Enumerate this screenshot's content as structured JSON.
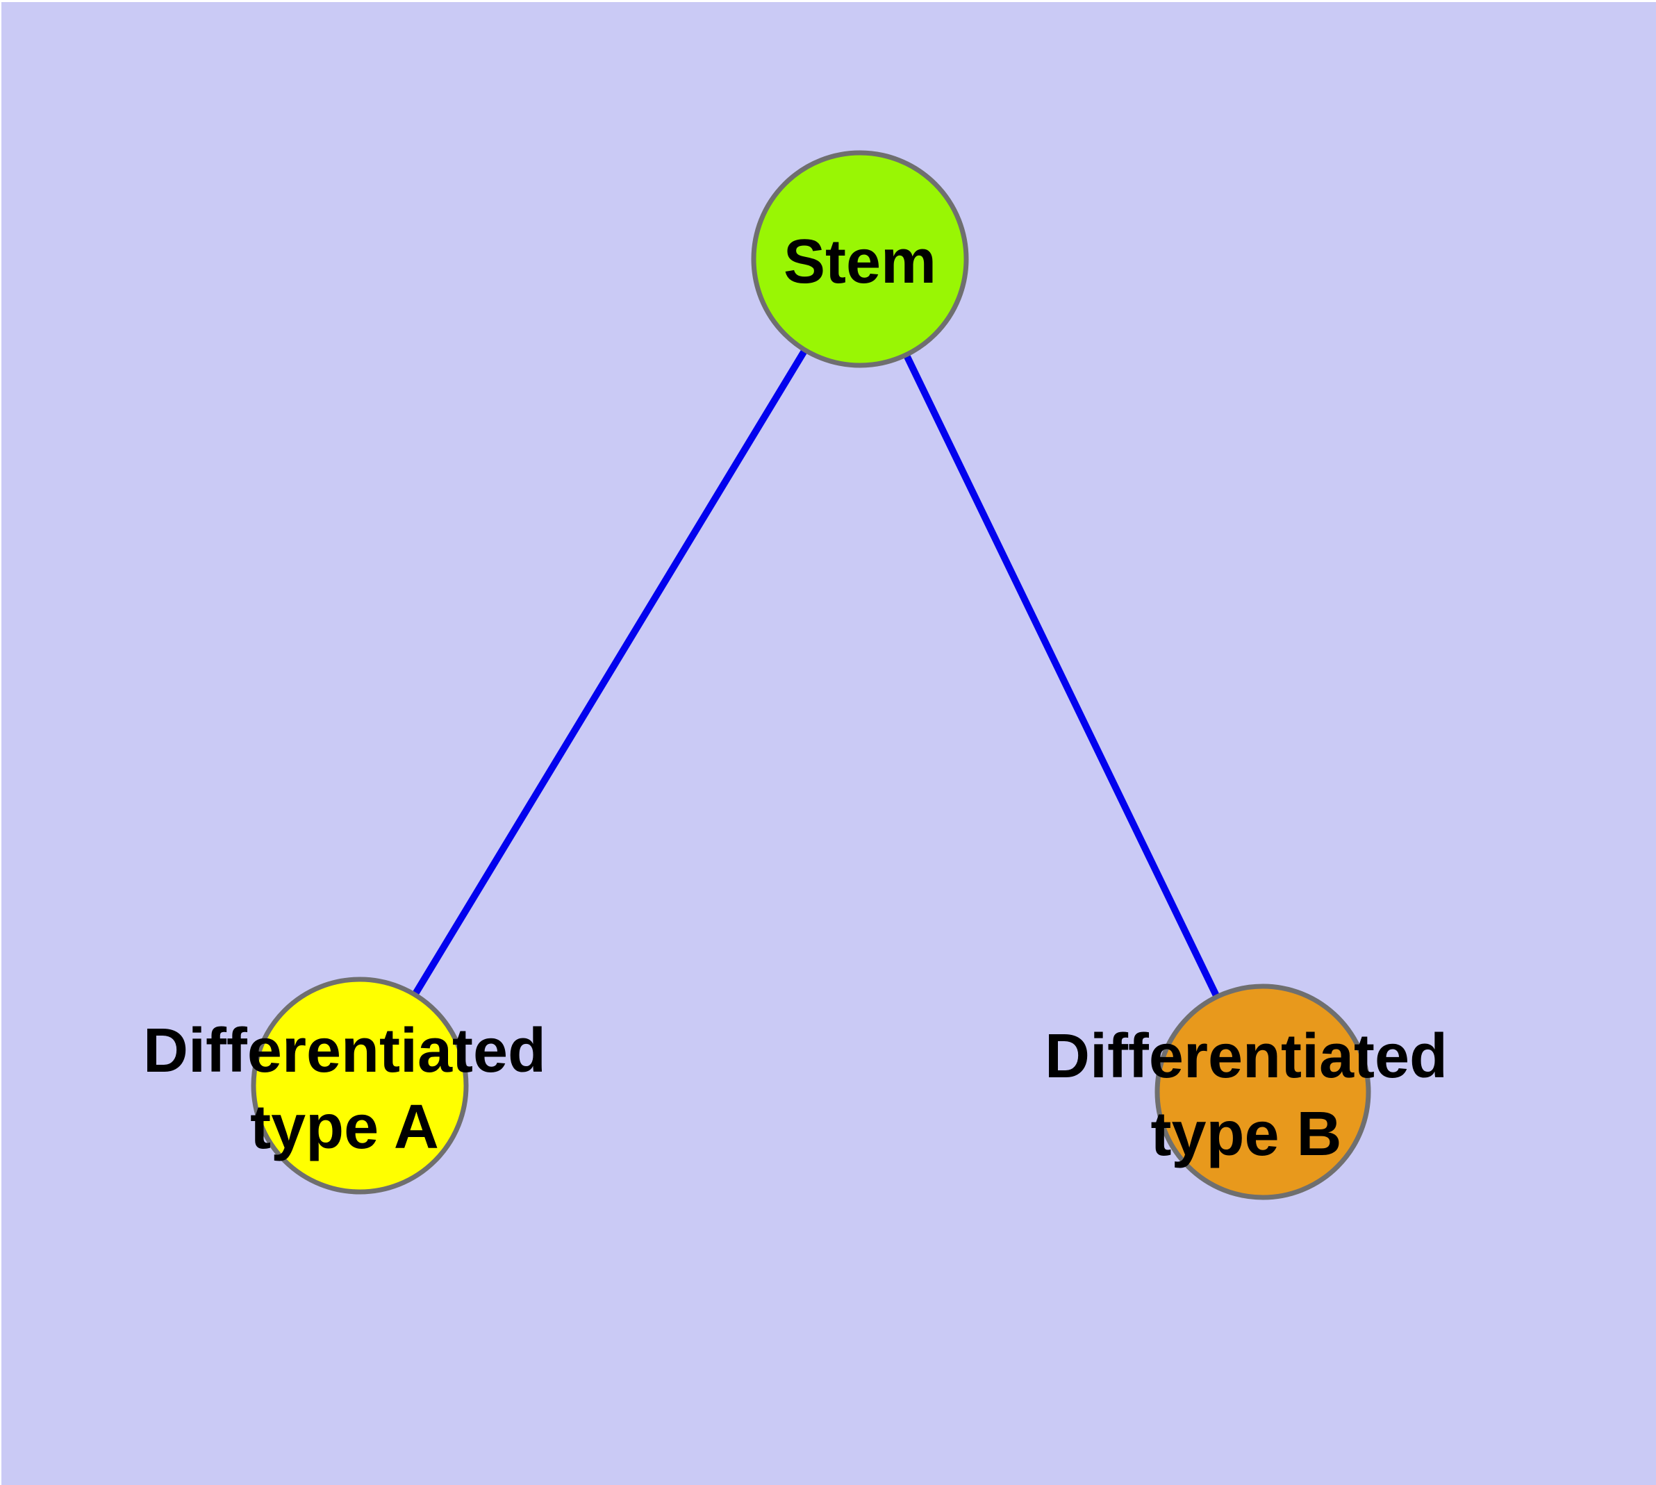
{
  "diagram": {
    "background": {
      "frame_color": "#ffffff",
      "canvas_color": "#cacaf5"
    },
    "edge_style": {
      "color": "#0202ee"
    },
    "node_style": {
      "border_color": "#6f6f6f",
      "label_color": "#000000"
    },
    "nodes": [
      {
        "id": "stem",
        "label": "Stem",
        "line1": "Stem",
        "line2": "",
        "color": "#99f604"
      },
      {
        "id": "differentiated-type-a",
        "label": "Differentiated type A",
        "line1": "Differentiated",
        "line2": "type A",
        "color": "#ffff00"
      },
      {
        "id": "differentiated-type-b",
        "label": "Differentiated type B",
        "line1": "Differentiated",
        "line2": "type B",
        "color": "#e8991c"
      }
    ],
    "edges": [
      {
        "from": "Stem",
        "to": "Differentiated type A"
      },
      {
        "from": "Stem",
        "to": "Differentiated type B"
      }
    ]
  }
}
